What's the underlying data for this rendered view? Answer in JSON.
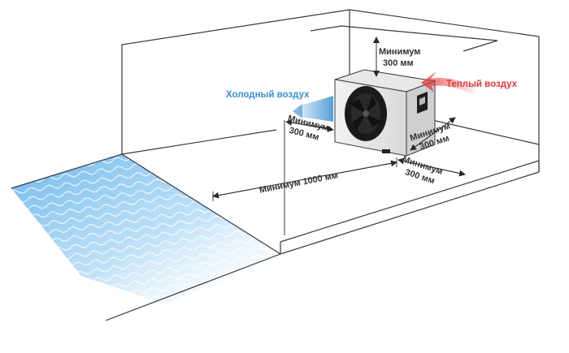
{
  "labels": {
    "min_top": [
      "Минимум",
      "300 мм"
    ],
    "min_left": [
      "Минимум",
      "300 мм"
    ],
    "min_right": [
      "Минимум",
      "300 мм"
    ],
    "min_front": [
      "Минимум",
      "300 мм"
    ],
    "min_pool": "Минимум 1000 мм",
    "cold_air": "Холодный воздух",
    "warm_air": "Теплый воздух"
  },
  "colors": {
    "cold_air": "#3a8fd0",
    "warm_air": "#e03a3a",
    "water": "#5aaee8"
  }
}
